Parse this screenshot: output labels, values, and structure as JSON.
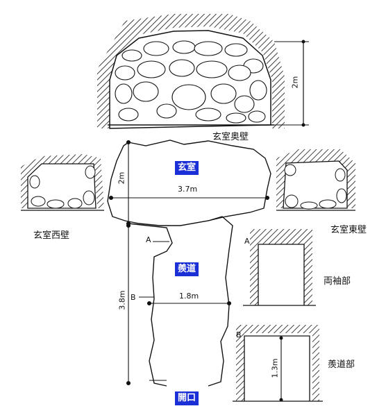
{
  "labels": {
    "back_wall": "玄室奥壁",
    "west_wall": "玄室西壁",
    "east_wall": "玄室東壁",
    "sleeves": "両袖部",
    "passage_section": "羨道部",
    "chamber_tag": "玄室",
    "passage_tag": "羨道",
    "entrance_tag": "開口"
  },
  "dimensions": {
    "back_wall_height": "2m",
    "chamber_height": "2m",
    "chamber_width": "3.7m",
    "passage_length": "3.8m",
    "passage_width": "1.8m",
    "passage_height": "1.3m"
  },
  "markers": {
    "a": "A",
    "b": "B"
  }
}
